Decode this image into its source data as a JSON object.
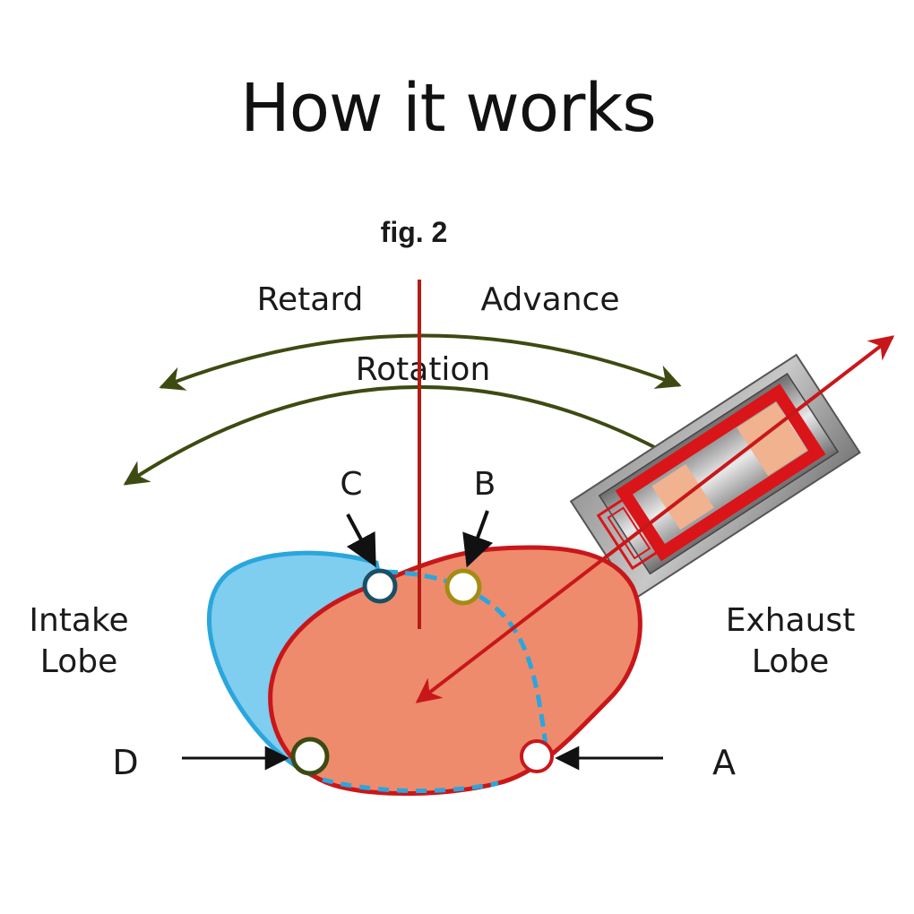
{
  "page_title": "How it works",
  "figure_label": "fig. 2",
  "direction": {
    "retard": "Retard",
    "advance": "Advance"
  },
  "rotation": "Rotation",
  "intake_lobe": {
    "line1": "Intake",
    "line2": "Lobe"
  },
  "exhaust_lobe": {
    "line1": "Exhaust",
    "line2": "Lobe"
  },
  "points": {
    "a": "A",
    "b": "B",
    "c": "C",
    "d": "D"
  },
  "colors": {
    "intake_fill": "#7fcdef",
    "intake_stroke": "#2aa6dd",
    "exhaust_fill": "#ee8b6d",
    "exhaust_stroke": "#c8171a",
    "arrow_green": "#3d4a12",
    "centerline": "#b51d14"
  }
}
